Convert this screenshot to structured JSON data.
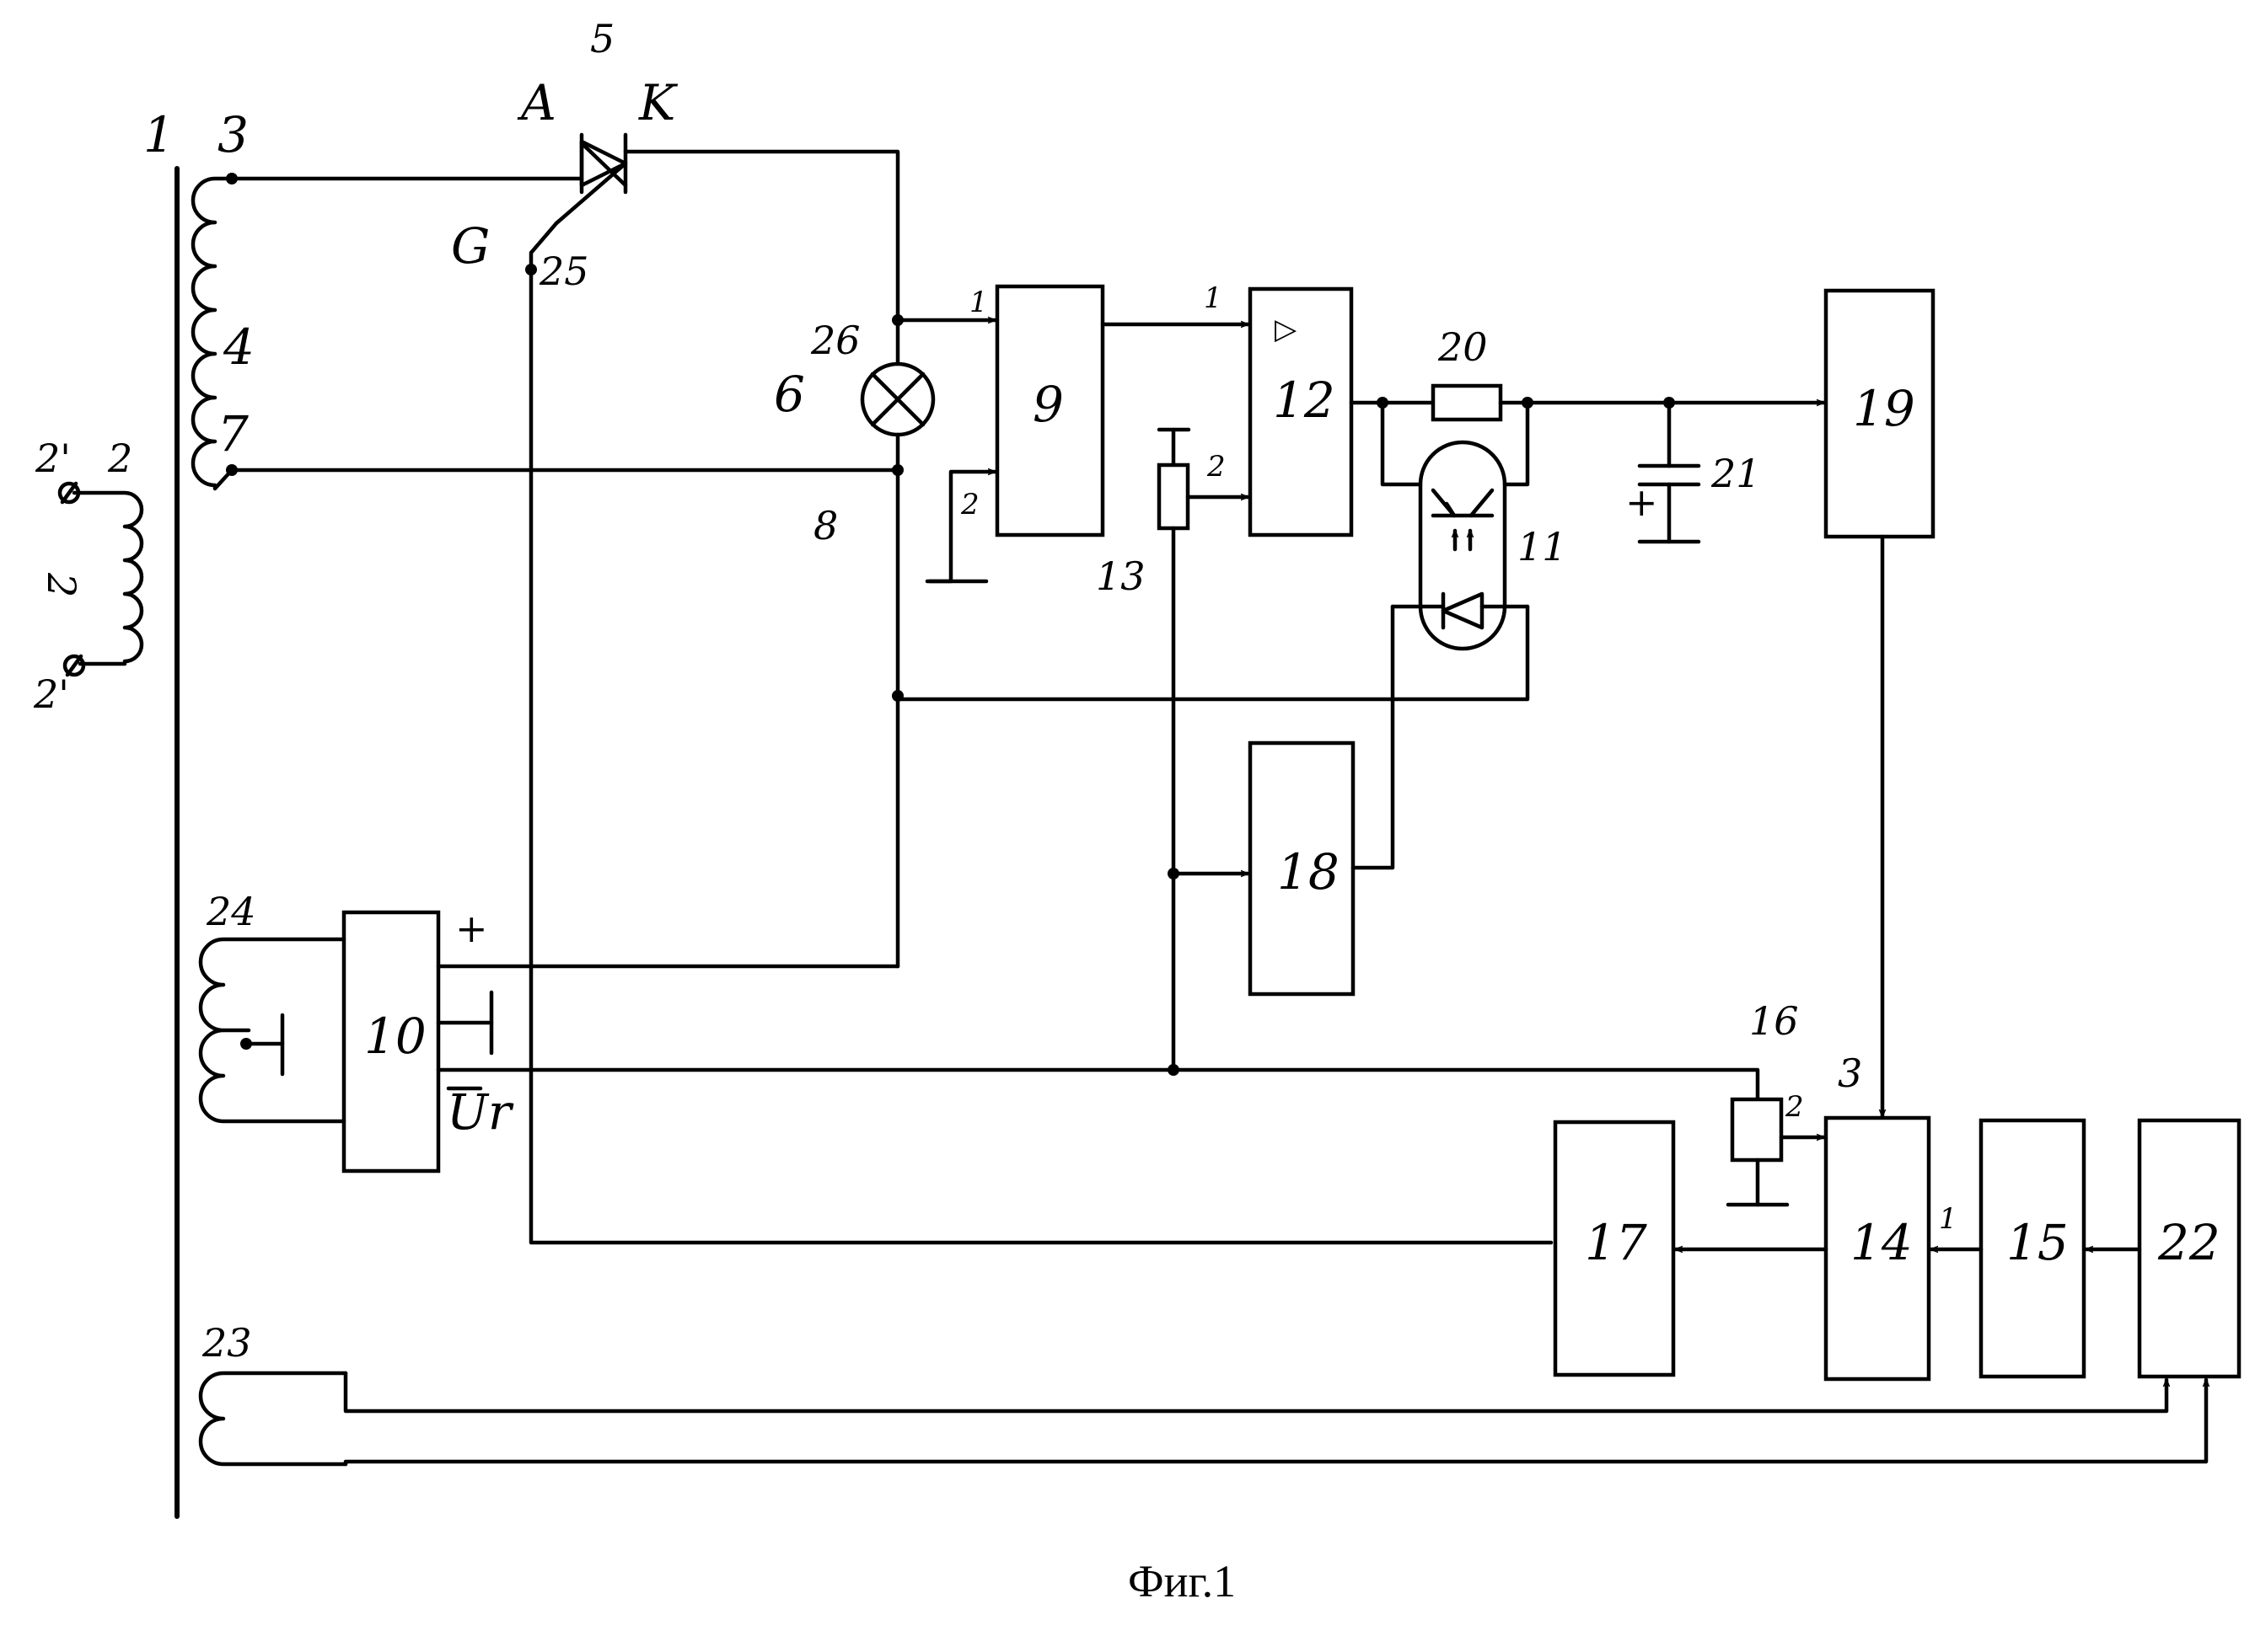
{
  "caption": "Фиг.1",
  "labels": {
    "core": "1",
    "input_winding": "2",
    "input_terminal": "2'",
    "input_side_digit": "2",
    "tap_3": "3",
    "winding_4": "4",
    "thyristor": "5",
    "thyristor_anode": "A",
    "thyristor_cathode": "K",
    "thyristor_gate": "G",
    "lamp": "6",
    "tap_7": "7",
    "node_8": "8",
    "node_25": "25",
    "node_26": "26",
    "resistor_20": "20",
    "capacitor_21": "21",
    "capacitor_plus": "+",
    "optocoupler_11": "11",
    "resistor_13": "13",
    "resistor_16": "16",
    "winding_23": "23",
    "winding_24": "24",
    "supply_plus": "+",
    "supply_ur": "Ur",
    "input_1": "1",
    "input_2": "2",
    "input_3": "3"
  },
  "blocks": [
    {
      "id": "9",
      "label": "9"
    },
    {
      "id": "10",
      "label": "10"
    },
    {
      "id": "12",
      "label": "12"
    },
    {
      "id": "14",
      "label": "14"
    },
    {
      "id": "15",
      "label": "15"
    },
    {
      "id": "17",
      "label": "17"
    },
    {
      "id": "18",
      "label": "18"
    },
    {
      "id": "19",
      "label": "19"
    },
    {
      "id": "22",
      "label": "22"
    }
  ],
  "amplifier_mark": "▷"
}
